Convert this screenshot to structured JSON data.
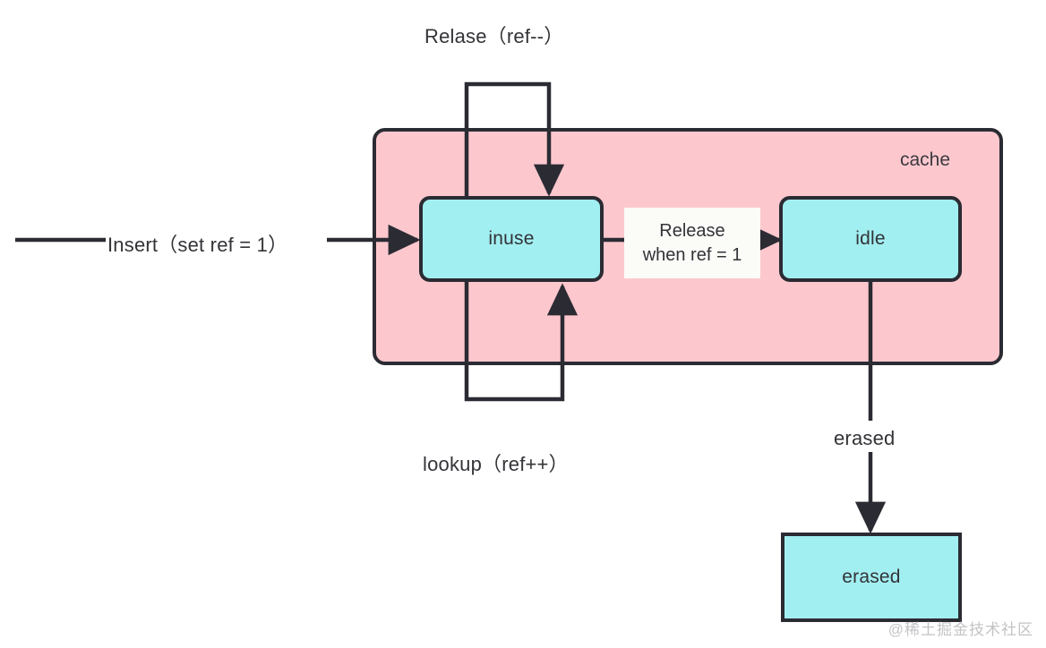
{
  "diagram": {
    "title_label": "Relase（ref--）",
    "bottom_loop_label": "lookup（ref++）",
    "insert_label": "Insert（set ref = 1）",
    "erased_edge_label": "erased",
    "container": {
      "label": "cache"
    },
    "nodes": [
      {
        "id": "inuse",
        "label": "inuse"
      },
      {
        "id": "idle",
        "label": "idle"
      },
      {
        "id": "erased",
        "label": "erased"
      }
    ],
    "edge_condition_box": {
      "line1": "Release",
      "line2": "when ref = 1"
    },
    "colors": {
      "node_fill": "#a2eff1",
      "container_fill": "#fcc8ce",
      "stroke": "#2b2b33",
      "label_box_fill": "#fbfbf8",
      "background": "#ffffff",
      "watermark": "#b9b9bd"
    }
  },
  "watermark": {
    "text": "@稀土掘金技术社区"
  }
}
